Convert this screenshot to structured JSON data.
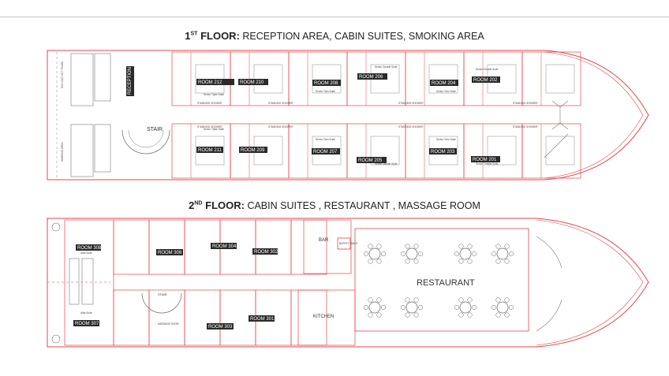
{
  "floor1": {
    "ordinal": "1",
    "suffix": "ST",
    "heading": "FLOOR:",
    "subtitle": "RECEPTION AREA, CABIN SUITES, SMOKING AREA",
    "rooms": [
      "ROOM 212",
      "ROOM 210",
      "ROOM 208",
      "ROOM 206",
      "ROOM 204",
      "ROOM 202",
      "ROOM 211",
      "ROOM 209",
      "ROOM 207",
      "ROOM 205",
      "ROOM 203",
      "ROOM 201"
    ],
    "stair": "STAIR",
    "reception": "RECEPTION AREA",
    "smoking_vn": "KHU VỰC HÚT THUỐC",
    "smoking": "SMOKING AREA",
    "suite_types": [
      "Senior Triple Suite",
      "Senior Twin Suite",
      "Senior Double Suite"
    ],
    "shower": "STANDING SHOWER"
  },
  "floor2": {
    "ordinal": "2",
    "suffix": "ND",
    "heading": "FLOOR:",
    "subtitle": "CABIN SUITES , RESTAURANT , MASSAGE ROOM",
    "rooms": [
      "ROOM 308",
      "ROOM 306",
      "ROOM 304",
      "ROOM 302",
      "ROOM 307",
      "ROOM 303",
      "ROOM 301"
    ],
    "stair": "STAIR",
    "bar": "BAR",
    "buffet": "BUFFET TABLE",
    "restaurant": "RESTAURANT",
    "kitchen": "KITCHEN",
    "massage": "MASSAGE ROOM",
    "alba": "Alba Suite"
  },
  "colors": {
    "wall": "#e0474c",
    "line": "#777777",
    "label_bg": "#2a2a2a"
  }
}
